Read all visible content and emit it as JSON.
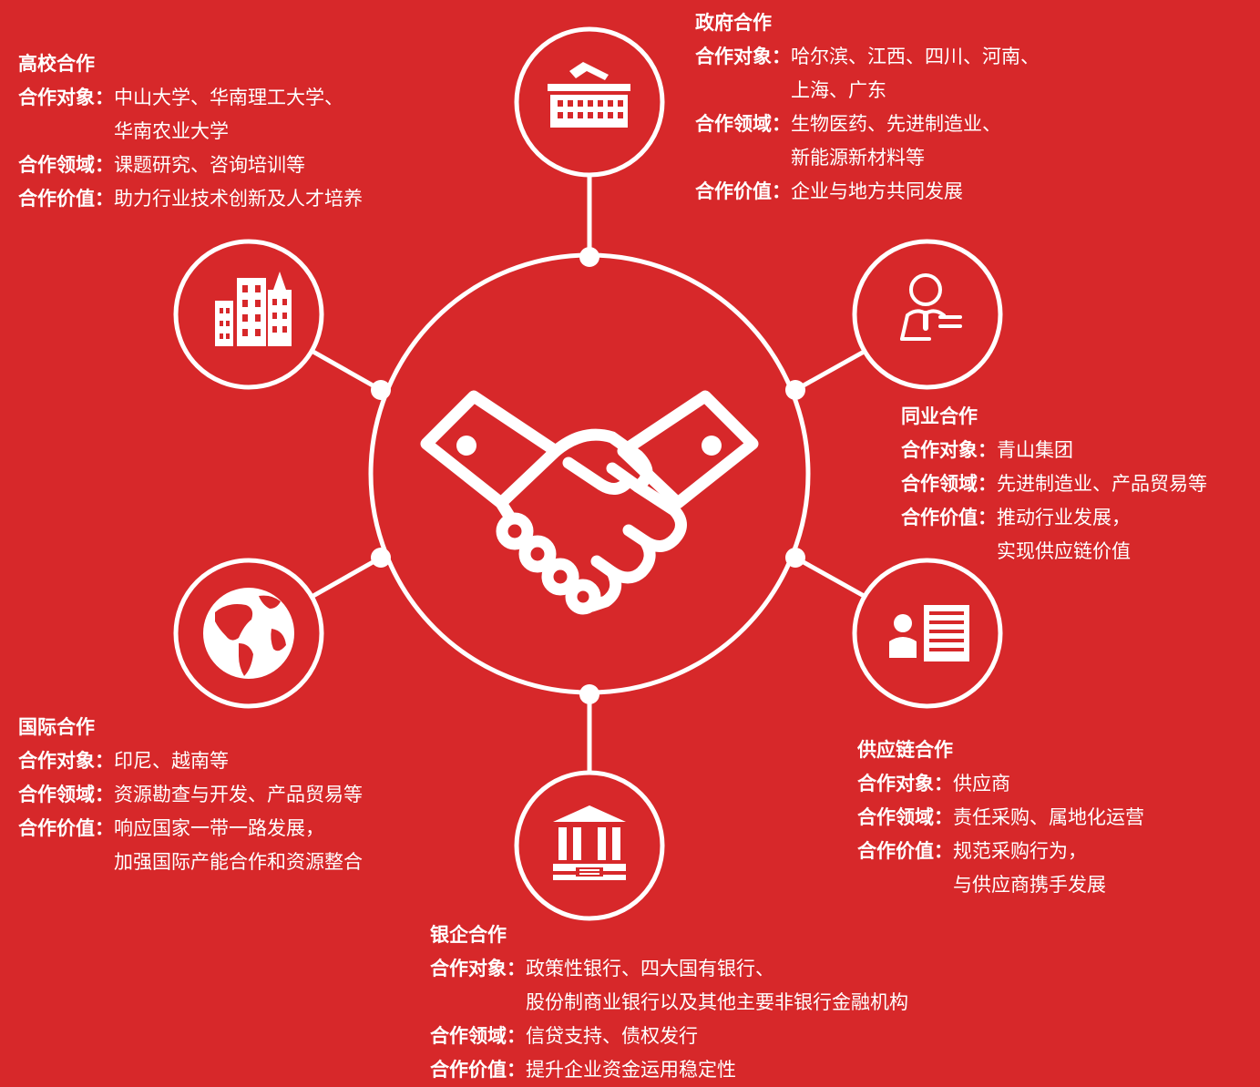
{
  "center": {
    "icon": "handshake-icon"
  },
  "nodes": [
    {
      "id": "government",
      "icon": "government-building-icon",
      "title": "政府合作",
      "rows": [
        {
          "label": "合作对象：",
          "values": [
            "哈尔滨、江西、四川、河南、",
            "上海、广东"
          ]
        },
        {
          "label": "合作领域：",
          "values": [
            "生物医药、先进制造业、",
            "新能源新材料等"
          ]
        },
        {
          "label": "合作价值：",
          "values": [
            "企业与地方共同发展"
          ]
        }
      ]
    },
    {
      "id": "university",
      "icon": "city-buildings-icon",
      "title": "高校合作",
      "rows": [
        {
          "label": "合作对象：",
          "values": [
            "中山大学、华南理工大学、",
            "华南农业大学"
          ]
        },
        {
          "label": "合作领域：",
          "values": [
            "课题研究、咨询培训等"
          ]
        },
        {
          "label": "合作价值：",
          "values": [
            "助力行业技术创新及人才培养"
          ]
        }
      ]
    },
    {
      "id": "peer",
      "icon": "businessperson-icon",
      "title": "同业合作",
      "rows": [
        {
          "label": "合作对象：",
          "values": [
            "青山集团"
          ]
        },
        {
          "label": "合作领域：",
          "values": [
            "先进制造业、产品贸易等"
          ]
        },
        {
          "label": "合作价值：",
          "values": [
            "推动行业发展，",
            "实现供应链价值"
          ]
        }
      ]
    },
    {
      "id": "international",
      "icon": "globe-icon",
      "title": "国际合作",
      "rows": [
        {
          "label": "合作对象：",
          "values": [
            "印尼、越南等"
          ]
        },
        {
          "label": "合作领域：",
          "values": [
            "资源勘查与开发、产品贸易等"
          ]
        },
        {
          "label": "合作价值：",
          "values": [
            "响应国家一带一路发展，",
            "加强国际产能合作和资源整合"
          ]
        }
      ]
    },
    {
      "id": "supply-chain",
      "icon": "user-list-icon",
      "title": "供应链合作",
      "rows": [
        {
          "label": "合作对象：",
          "values": [
            "供应商"
          ]
        },
        {
          "label": "合作领域：",
          "values": [
            "责任采购、属地化运营"
          ]
        },
        {
          "label": "合作价值：",
          "values": [
            "规范采购行为，",
            "与供应商携手发展"
          ]
        }
      ]
    },
    {
      "id": "bank",
      "icon": "bank-icon",
      "title": "银企合作",
      "rows": [
        {
          "label": "合作对象：",
          "values": [
            "政策性银行、四大国有银行、",
            "股份制商业银行以及其他主要非银行金融机构"
          ]
        },
        {
          "label": "合作领域：",
          "values": [
            "信贷支持、债权发行"
          ]
        },
        {
          "label": "合作价值：",
          "values": [
            "提升企业资金运用稳定性"
          ]
        }
      ]
    }
  ]
}
